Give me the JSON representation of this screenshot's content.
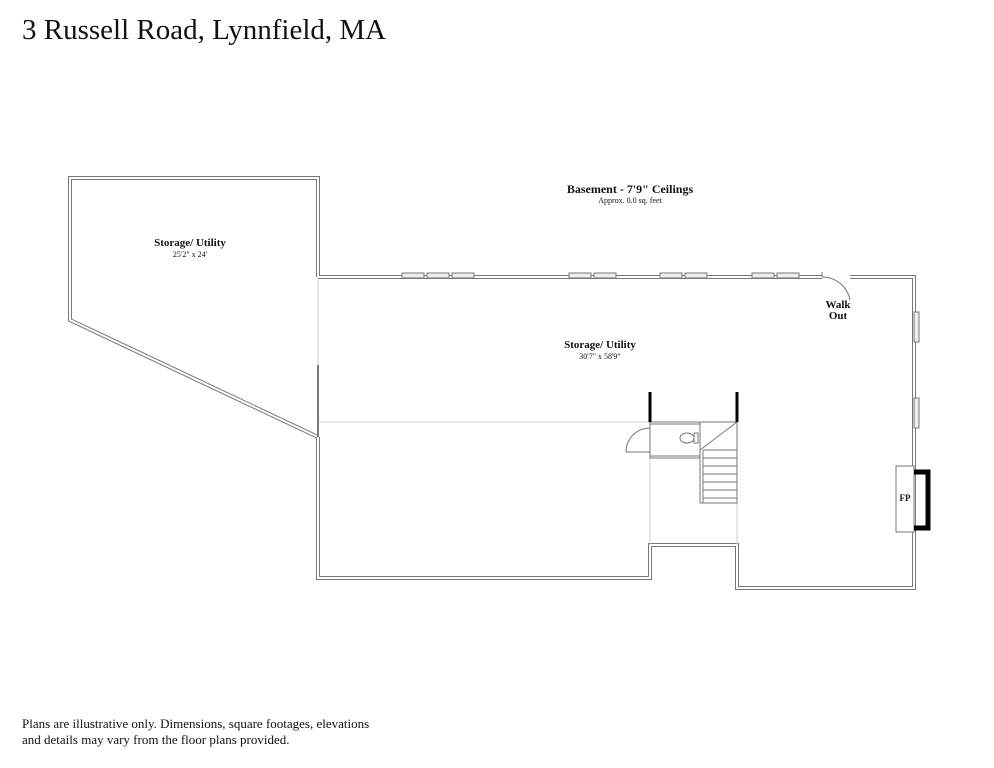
{
  "title": "3 Russell Road, Lynnfield, MA",
  "floor": {
    "name": "Basement - 7'9\" Ceilings",
    "area": "Approx. 0.0 sq. feet"
  },
  "rooms": [
    {
      "name": "Storage/ Utility",
      "dims": "25'2\" x 24'"
    },
    {
      "name": "Storage/ Utility",
      "dims": "30'7\" x 58'9\""
    }
  ],
  "labels": {
    "walkout": "Walk Out",
    "fireplace": "FP"
  },
  "disclaimer": "Plans are illustrative only. Dimensions, square footages, elevations and details may vary from the floor plans provided."
}
